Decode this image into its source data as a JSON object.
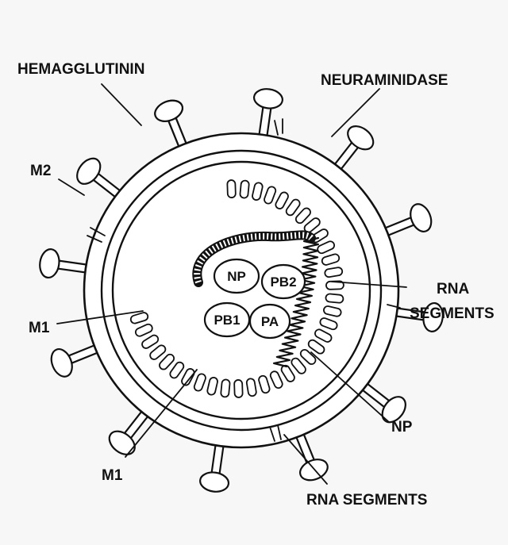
{
  "labels": {
    "hemagglutinin": "HEMAGGLUTININ",
    "neuraminidase": "NEURAMINIDASE",
    "m2": "M2",
    "m1_left": "M1",
    "m1_bottom": "M1",
    "rna_segments_right_line1": "RNA",
    "rna_segments_right_line2": "SEGMENTS",
    "np_right": "NP",
    "rna_segments_bottom": "RNA SEGMENTS"
  },
  "proteins": {
    "np": "NP",
    "pb2": "PB2",
    "pb1": "PB1",
    "pa": "PA"
  },
  "colors": {
    "ink": "#111111",
    "background": "#f7f7f7",
    "fill": "#ffffff"
  }
}
